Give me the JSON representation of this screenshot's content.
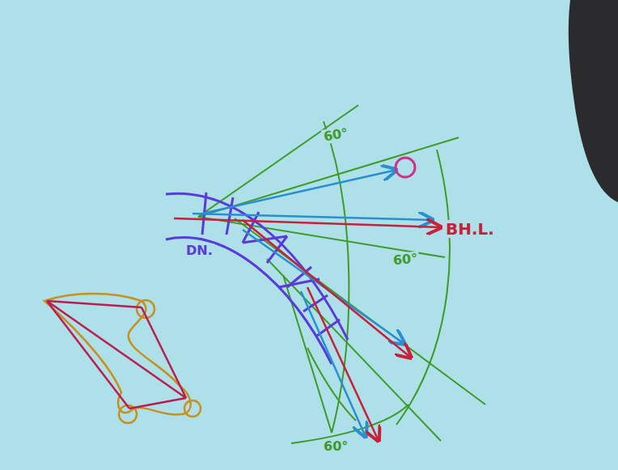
{
  "diagram": {
    "labels": [
      "60°",
      "60°",
      "60°",
      "BH.L.",
      "DN."
    ]
  }
}
